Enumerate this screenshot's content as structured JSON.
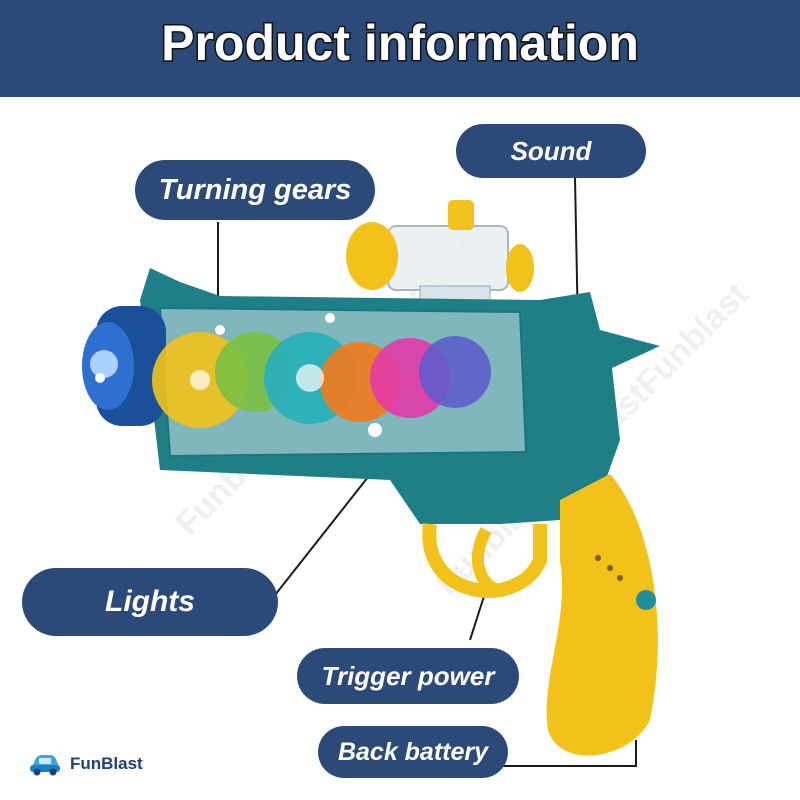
{
  "header": {
    "title": "Product information"
  },
  "labels": {
    "sound": "Sound",
    "turning_gears": "Turning gears",
    "lights": "Lights",
    "trigger_power": "Trigger power",
    "back_battery": "Back battery"
  },
  "brand": {
    "name": "FunBlast",
    "icon": "car-logo-icon"
  },
  "watermark": {
    "text": "FunblastFunblastFunblast"
  },
  "colors": {
    "header_bg": "#2b4a78",
    "label_bg": "#2b4a78",
    "toy_body": "#1f7f86",
    "toy_grip": "#f2c21a",
    "brand_text": "#1f3f78"
  }
}
